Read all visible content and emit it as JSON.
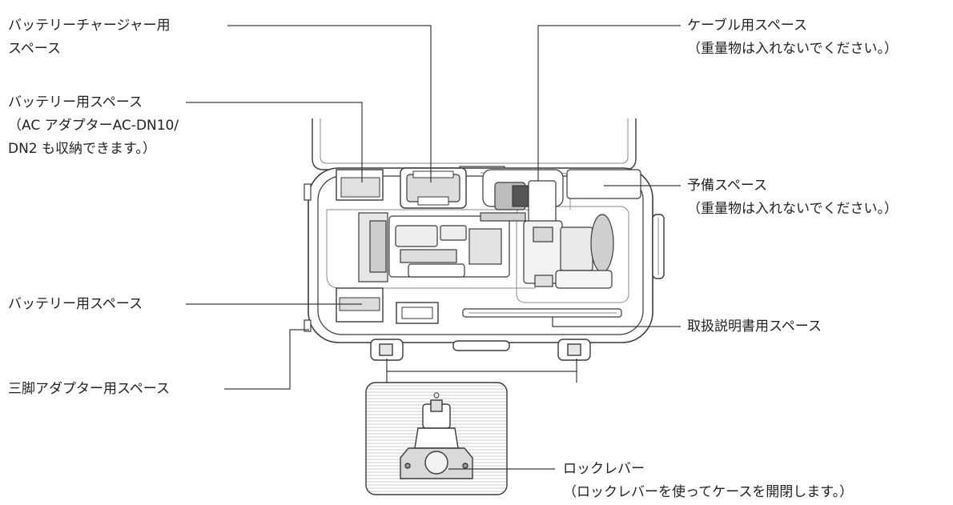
{
  "labels": {
    "charger_space": {
      "lines": [
        "バッテリーチャージャー用",
        "スペース"
      ]
    },
    "battery_space_top": {
      "lines": [
        "バッテリー用スペース",
        "（AC アダプターAC-DN10/",
        "DN2 も収納できます。）"
      ]
    },
    "battery_space_bottom": {
      "lines": [
        "バッテリー用スペース"
      ]
    },
    "tripod_adapter_space": {
      "lines": [
        "三脚アダプター用スペース"
      ]
    },
    "cable_space": {
      "lines": [
        "ケーブル用スペース",
        "（重量物は入れないでください。）"
      ]
    },
    "spare_space": {
      "lines": [
        "予備スペース",
        "（重量物は入れないでください。）"
      ]
    },
    "manual_space": {
      "lines": [
        "取扱説明書用スペース"
      ]
    },
    "lock_lever": {
      "lines": [
        "ロックレバー",
        "（ロックレバーを使ってケースを開閉します。）"
      ]
    }
  },
  "colors": {
    "line": "#3a3a3a",
    "light_line": "#8a8a8a",
    "fill_gray": "#d9d9d9",
    "text": "#222222"
  }
}
